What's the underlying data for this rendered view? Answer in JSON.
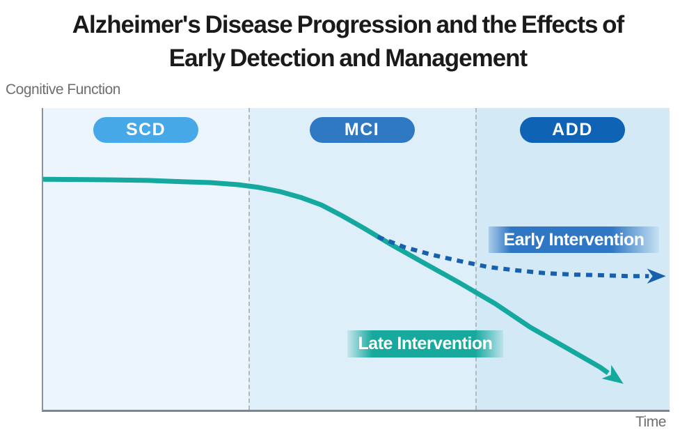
{
  "title": {
    "line1": "Alzheimer's Disease Progression and the Effects of",
    "line2": "Early Detection and Management"
  },
  "axes": {
    "y_label": "Cognitive Function",
    "x_label": "Time"
  },
  "stages": [
    {
      "label": "SCD",
      "badge_color": "#47A8E8",
      "band_color": "#ECF5FB"
    },
    {
      "label": "MCI",
      "badge_color": "#2F79C3",
      "band_color": "#DFEFF9"
    },
    {
      "label": "ADD",
      "badge_color": "#0E63B5",
      "band_color": "#D3EAF6"
    }
  ],
  "annotations": {
    "early": {
      "label": "Early Intervention"
    },
    "late": {
      "label": "Late Intervention"
    }
  },
  "colors": {
    "title_text": "#1A1A1A",
    "axis_text": "#6E6E6E",
    "axis": "#8A9299",
    "axis_strong": "#7D868D",
    "separator": "#AEB9C2",
    "scd_badge": "#47A8E8",
    "mci_badge": "#2F79C3",
    "add_badge": "#0E63B5",
    "scd_band": "#ECF5FB",
    "mci_band": "#DFEFF9",
    "add_band": "#D3EAF6",
    "late_line": "#14A89E",
    "early_line": "#1660AE",
    "early_label_bg": "#2F77C4",
    "late_label_bg": "#18A99E"
  },
  "chart_data": {
    "type": "line",
    "title": "Alzheimer's Disease Progression and the Effects of Early Detection and Management",
    "xlabel": "Time",
    "ylabel": "Cognitive Function",
    "x_axis": {
      "min": 0,
      "max": 100,
      "ticks": "none"
    },
    "y_axis": {
      "min": 0,
      "max": 100,
      "ticks": "none"
    },
    "grid": false,
    "legend_position": "inline-annotations",
    "stage_bands": [
      {
        "label": "SCD",
        "x_range": [
          0,
          32.8
        ]
      },
      {
        "label": "MCI",
        "x_range": [
          32.8,
          69.0
        ]
      },
      {
        "label": "ADD",
        "x_range": [
          69.0,
          100
        ]
      }
    ],
    "series": [
      {
        "id": "late",
        "name": "Late Intervention",
        "style": "solid",
        "color": "#14A89E",
        "arrow_end": true,
        "points": [
          [
            0,
            76.4
          ],
          [
            5.6,
            76.3
          ],
          [
            11.1,
            76.2
          ],
          [
            16.7,
            76.0
          ],
          [
            22.2,
            75.6
          ],
          [
            26.7,
            75.3
          ],
          [
            31.1,
            74.6
          ],
          [
            34.4,
            73.7
          ],
          [
            37.8,
            72.3
          ],
          [
            41.1,
            70.4
          ],
          [
            44.4,
            67.9
          ],
          [
            47.8,
            64.2
          ],
          [
            51.1,
            60.3
          ],
          [
            55.6,
            54.7
          ],
          [
            61.1,
            48.3
          ],
          [
            66.7,
            41.8
          ],
          [
            72.2,
            35.1
          ],
          [
            77.8,
            27.3
          ],
          [
            83.3,
            20.8
          ],
          [
            88.9,
            14.1
          ],
          [
            90.2,
            12.2
          ]
        ]
      },
      {
        "id": "early",
        "name": "Early Intervention",
        "style": "dashed",
        "color": "#1660AE",
        "arrow_end": true,
        "points": [
          [
            53.4,
            57.3
          ],
          [
            57.8,
            53.8
          ],
          [
            62.2,
            51.3
          ],
          [
            66.7,
            49.2
          ],
          [
            71.1,
            47.3
          ],
          [
            75.6,
            46.2
          ],
          [
            80.0,
            45.3
          ],
          [
            84.4,
            44.8
          ],
          [
            88.9,
            44.6
          ],
          [
            93.3,
            44.3
          ],
          [
            96.7,
            44.3
          ]
        ]
      }
    ]
  }
}
